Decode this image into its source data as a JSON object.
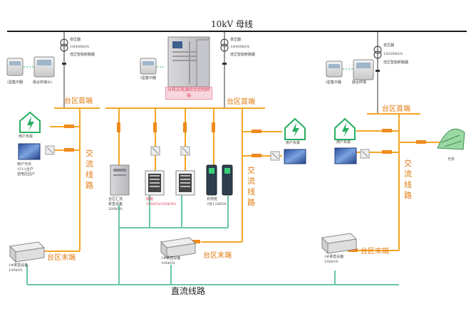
{
  "bus": {
    "label": "10kV 母线"
  },
  "dc_line": {
    "label": "直流线路"
  },
  "labels": {
    "transformer": "变压器",
    "transformer_left_rating": "1H400kVA",
    "transformer_center_rating": "1H400kVA",
    "transformer_right_rating": "1H200kVA",
    "lv_breaker": "低压智能断路器",
    "concentrator": "I型集中器",
    "fusion_terminal_left": "融合终端4G",
    "fusion_terminal_right": "融合终端",
    "controller": "分布式电源综合控制终端",
    "area_head_left": "台区首端",
    "area_head_center": "台区首端",
    "area_head_right": "台区首端",
    "area_tail_left": "台区末端",
    "area_tail_center": "台区末端",
    "area_tail_right": "台区末端",
    "ac_line": "交流线路",
    "user_load": "用户负载",
    "user_pv": "用户光伏\n1511台户\n逆电压回户",
    "cabinet": "台区汇流\n柔直设备\n200kVA",
    "storage": "储能\n100kVA/200kWh",
    "charger": "充电桩\n2台120kVA",
    "pvcurve": "光伏",
    "flex_dc_1": "1#柔直设备\n100kVA",
    "flex_dc_2": "2#柔直设备\n100kVA",
    "flex_dc_3": "3#柔直设备\n100kVA"
  },
  "colors": {
    "bus": "#1a1a1a",
    "ac_line": "#f5a623",
    "breaker": "#f08a1c",
    "dc_line": "#69c7a4",
    "house": "#27ae60",
    "lightning": "#27ae60",
    "pink_text": "#d93a5b"
  },
  "icons": [
    "transformer-icon",
    "meter-icon",
    "fusion-terminal-icon",
    "control-cabinet-icon",
    "house-icon",
    "solar-panel-icon",
    "breaker-icon",
    "switch-icon",
    "storage-icon",
    "charger-icon",
    "flex-dc-device-icon",
    "greenhouse-icon"
  ]
}
